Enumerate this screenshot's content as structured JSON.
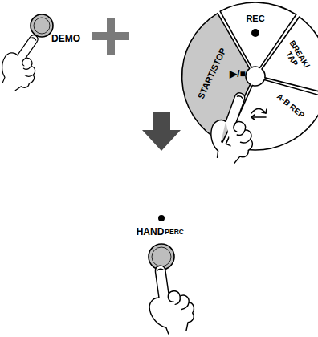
{
  "diagram": {
    "labels": [
      "DEMO",
      "REC",
      "BREAK/ TAP",
      "START/STOP",
      "▶/■",
      "A-B REP",
      "HAND",
      "PERC"
    ]
  }
}
